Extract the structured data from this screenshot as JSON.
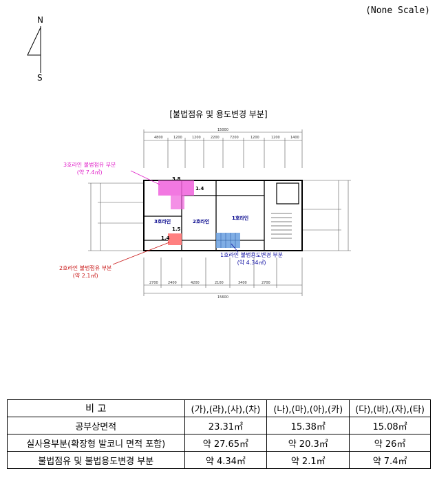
{
  "scale_note": "(None Scale)",
  "north_arrow": {
    "top": "N",
    "bottom": "S"
  },
  "plan": {
    "title": "[불법점유 및 용도변경 부분]",
    "rooms": [
      "1호라인",
      "2호라인",
      "3호라인"
    ],
    "callouts": {
      "line3": {
        "text": "3호라인 불법점유 부분",
        "area": "(약 7.4㎡)",
        "color": "#e020c8"
      },
      "line2": {
        "text": "2호라인 불법점유 부분",
        "area": "(약 2.1㎡)",
        "color": "#c81414"
      },
      "line1": {
        "text": "1호라인 불법용도변경 부분",
        "area": "(약 4.34㎡)",
        "color": "#0a0aa0"
      }
    },
    "marks": [
      "3.8",
      "1.4",
      "1.5",
      "1.4"
    ]
  },
  "table": {
    "header": [
      "비    고",
      "(가),(라),(사),(차)",
      "(나),(마),(아),(카)",
      "(다),(바),(자),(타)"
    ],
    "rows": [
      [
        "공부상면적",
        "23.31㎡",
        "15.38㎡",
        "15.08㎡"
      ],
      [
        "실사용부분(확장형 발코니 면적 포함)",
        "약 27.65㎡",
        "약 20.3㎡",
        "약 26㎡"
      ],
      [
        "불법점유 및 불법용도변경 부분",
        "약 4.34㎡",
        "약 2.1㎡",
        "약 7.4㎡"
      ]
    ]
  }
}
